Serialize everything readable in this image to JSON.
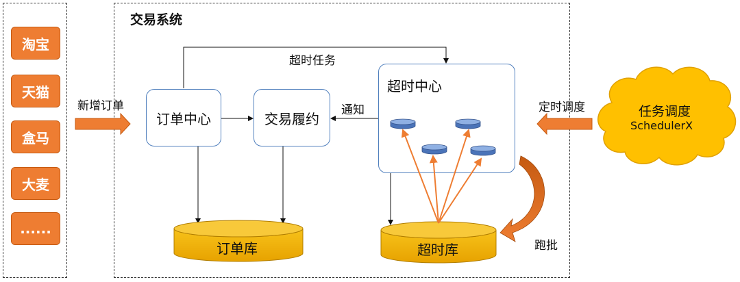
{
  "channels": [
    "淘宝",
    "天猫",
    "盒马",
    "大麦",
    "......"
  ],
  "system_title": "交易系统",
  "nodes": {
    "order_center": "订单中心",
    "fulfillment": "交易履约",
    "timeout_center": "超时中心"
  },
  "databases": {
    "order_db": "订单库",
    "timeout_db": "超时库"
  },
  "edge_labels": {
    "new_order": "新增订单",
    "timeout_task": "超时任务",
    "notify": "通知",
    "timed_schedule": "定时调度",
    "batch_run": "跑批"
  },
  "scheduler": {
    "title": "任务调度",
    "subtitle": "SchedulerX"
  },
  "colors": {
    "channel_fill": "#ee7d32",
    "db_fill": "#f5b400",
    "node_border": "#4f7fbd",
    "cloud_fill": "#ffc000",
    "arrow_orange": "#ee7d32"
  }
}
